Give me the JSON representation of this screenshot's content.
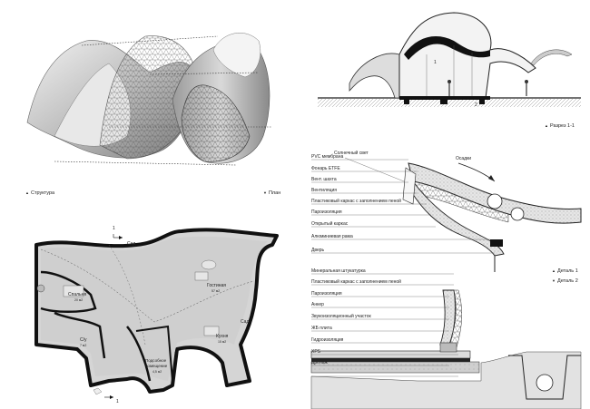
{
  "captions": {
    "structure": "Структура",
    "plan": "План",
    "section": "Разрез 1-1",
    "detail1": "Деталь 1",
    "detail2": "Деталь 2"
  },
  "section_callouts": {
    "c1": "1",
    "c2": "2"
  },
  "plan_labels": {
    "cut_top": "1",
    "cut_bottom": "1",
    "garden_top": "Сад",
    "garden_right": "Сад",
    "bedroom": "Спальня",
    "bedroom_area": "20 м2",
    "wc": "С/у",
    "wc_area": "7 м2",
    "utility": "Подсобное помещение",
    "utility_area": "4,5 м2",
    "living": "Гостиная",
    "living_area": "57 м2",
    "kitchen": "Кухня",
    "kitchen_area": "15 м2"
  },
  "detail1_labels": [
    "Солнечный свет",
    "Осадки",
    "PVC мембрана",
    "Фонарь ETFE",
    "Вент. шахта",
    "Вентиляция",
    "Пластиковый каркас с заполнением пеной",
    "Пароизоляция",
    "Открытый каркас",
    "Алюминиевая рама",
    "Дверь"
  ],
  "detail2_labels": [
    "Минеральная штукатурка",
    "Пластиковый каркас с заполнением пеной",
    "Пароизоляция",
    "Анкер",
    "Звукоизоляционный участок",
    "ЖБ плита",
    "Гидроизоляция",
    "XPS",
    "Дренаж"
  ]
}
